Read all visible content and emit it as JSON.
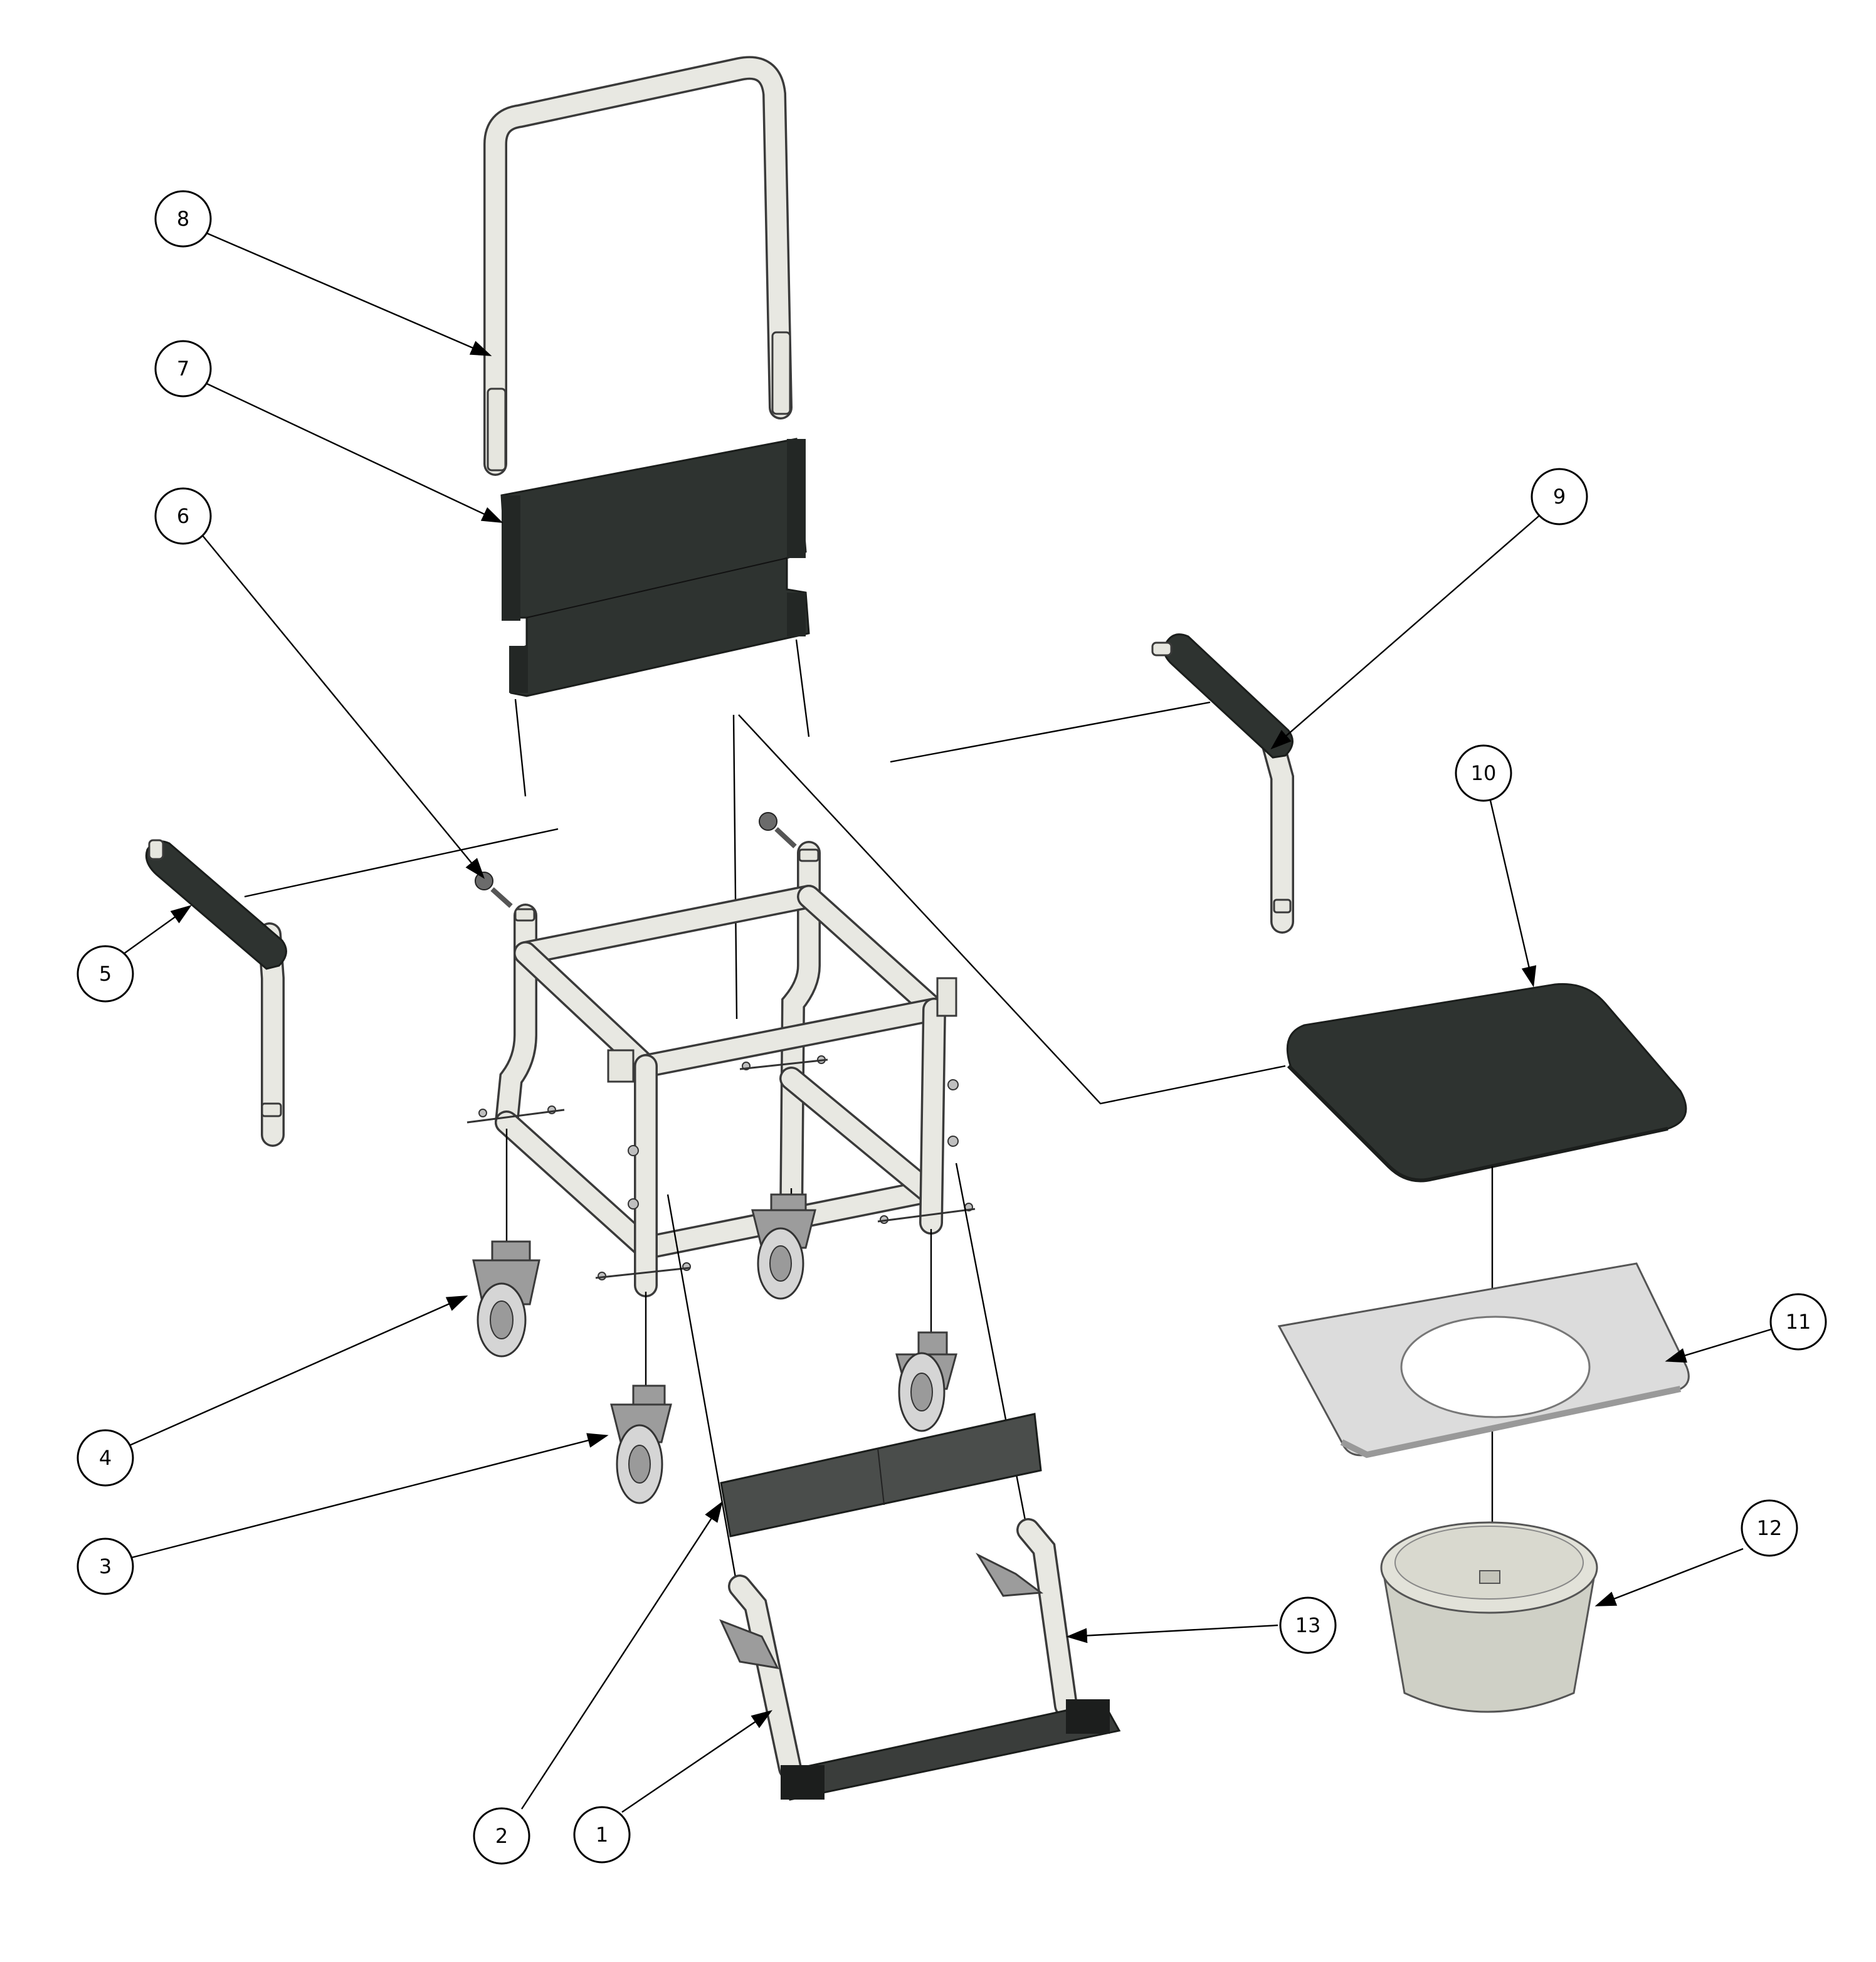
{
  "parts": [
    {
      "id": "1"
    },
    {
      "id": "2"
    },
    {
      "id": "3"
    },
    {
      "id": "4"
    },
    {
      "id": "5"
    },
    {
      "id": "6"
    },
    {
      "id": "7"
    },
    {
      "id": "8"
    },
    {
      "id": "9"
    },
    {
      "id": "10"
    },
    {
      "id": "11"
    },
    {
      "id": "12"
    },
    {
      "id": "13"
    }
  ],
  "colors": {
    "tube": "#e8e8e2",
    "pad": "#2e3330",
    "outline": "#3a3a3a",
    "plate": "#d8d8d8",
    "bucket": "#cfd0c6"
  },
  "icons": [
    "callout-balloon",
    "leader-arrow"
  ]
}
